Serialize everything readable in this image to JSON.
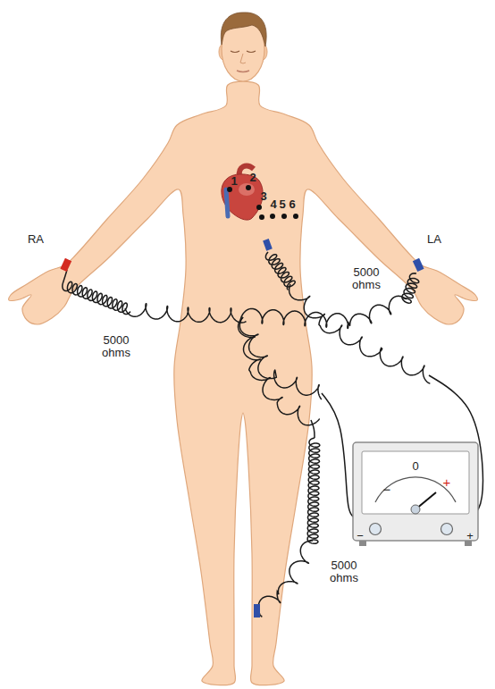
{
  "diagram": {
    "labels": [
      "1",
      "2",
      "3",
      "4",
      "5",
      "6",
      "RA",
      "LA",
      "5000 ohms",
      "5000 ohms",
      "0",
      "−",
      "+",
      "−",
      "+",
      "5000 ohms"
    ]
  }
}
